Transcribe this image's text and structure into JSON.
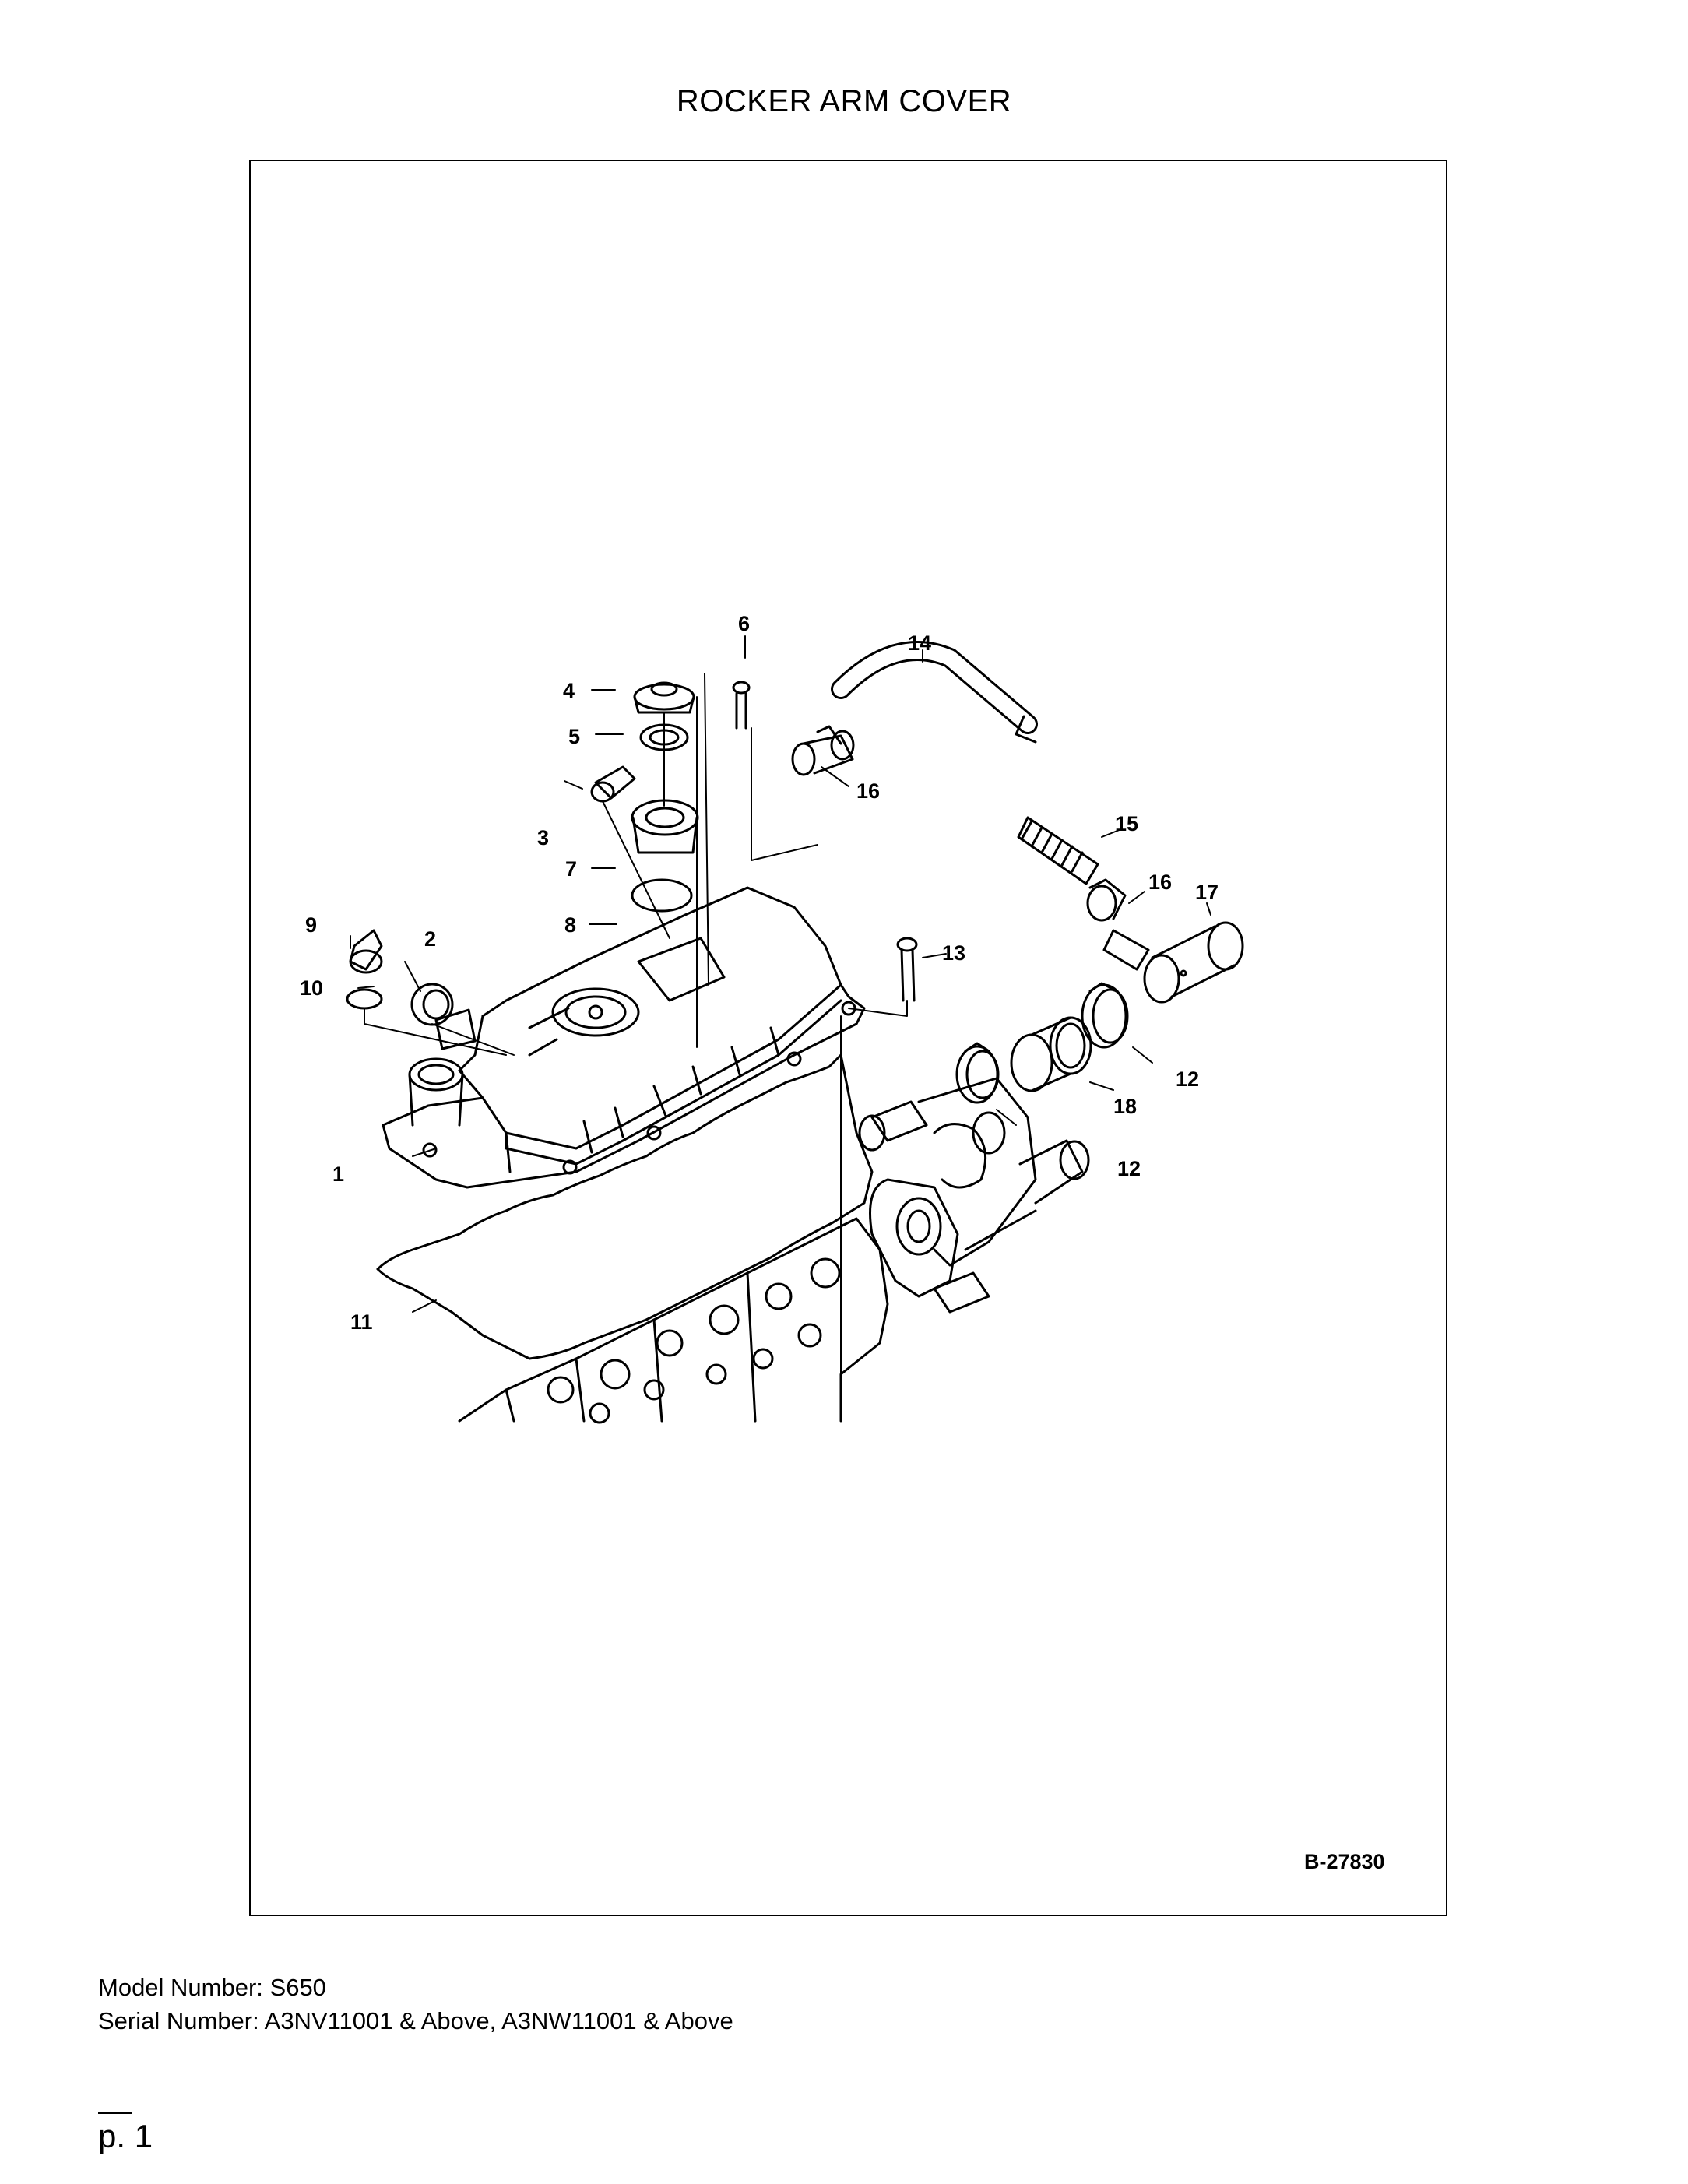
{
  "title": "ROCKER ARM COVER",
  "figure_id": "B-27830",
  "callouts": [
    "1",
    "2",
    "3",
    "4",
    "5",
    "6",
    "7",
    "8",
    "9",
    "10",
    "11",
    "12",
    "12",
    "13",
    "14",
    "15",
    "16",
    "16",
    "17",
    "18"
  ],
  "footer": {
    "model": "Model Number: S650",
    "serial": "Serial Number: A3NV11001 & Above, A3NW11001 & Above"
  },
  "page_number": "p. 1"
}
